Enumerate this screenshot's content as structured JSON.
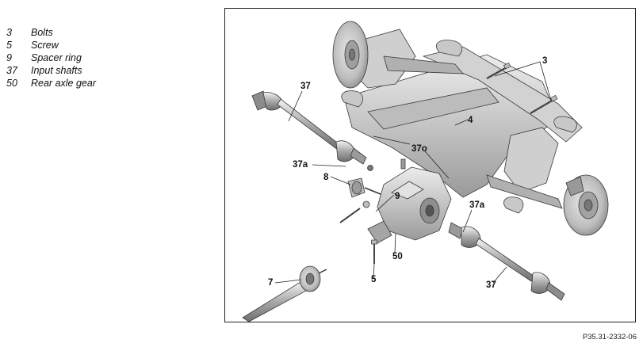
{
  "legend": {
    "items": [
      {
        "number": "3",
        "label": "Bolts"
      },
      {
        "number": "5",
        "label": "Screw"
      },
      {
        "number": "9",
        "label": "Spacer ring"
      },
      {
        "number": "37",
        "label": "Input shafts"
      },
      {
        "number": "50",
        "label": "Rear axle gear"
      }
    ]
  },
  "diagram": {
    "callouts": {
      "c3": "3",
      "c4": "4",
      "c37_top": "37",
      "c37o": "37o",
      "c37a_left": "37a",
      "c8": "8",
      "c9": "9",
      "c37a_right": "37a",
      "c50": "50",
      "c5": "5",
      "c7": "7",
      "c37_bottom": "37"
    }
  },
  "reference_code": "P35.31-2332-06",
  "colors": {
    "frame_border": "#222222",
    "metal_light": "#d9d9d9",
    "metal_mid": "#b5b5b5",
    "metal_dark": "#7a7a7a",
    "outline": "#3a3a3a"
  }
}
